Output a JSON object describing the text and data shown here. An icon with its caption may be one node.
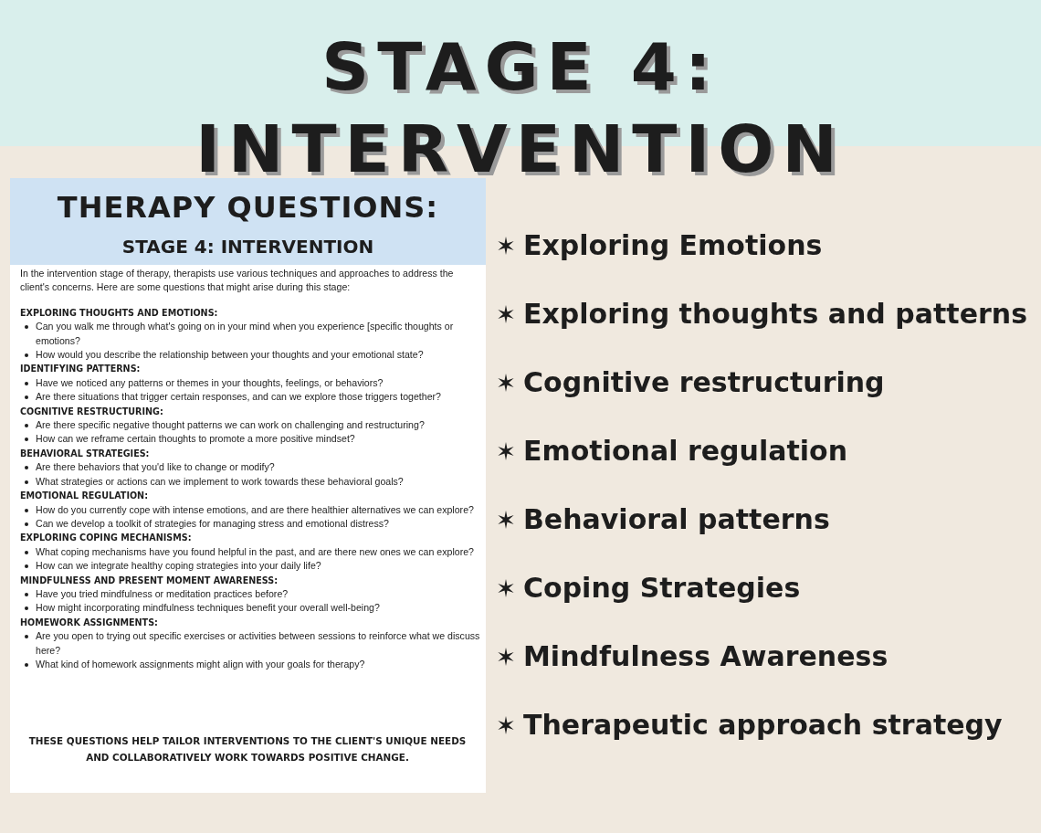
{
  "diagram": {
    "title": "STAGE 4: INTERVENTION",
    "nodes": [
      {
        "text": [
          "In the intervention stage of therapy, therapists use various techniques and approaches to address the client's concerns. Here are some questions that might arise during this stage:",
          "EXPLORING THOUGHTS AND EMOTIONS:",
          "Can you walk me through what's going on in your mind when you experience [specific thoughts or emotions?",
          "How would you describe the relationship between your thoughts and your emotional state?",
          "IDENTIFYING PATTERNS:",
          "Have we noticed any patterns or themes in your thoughts, feelings, or behaviors?",
          "Are there situations that trigger certain responses, and can we explore those triggers together?",
          "COGNITIVE RESTRUCTURING:",
          "Are there specific negative thought patterns we can work on challenging and restructuring?",
          "How can we reframe certain thoughts to promote a more positive mindset?",
          "BEHAVIORAL STRATEGIES:",
          "Are there behaviors that you'd like to change or modify?",
          "What strategies or actions can we implement to work towards these behavioral goals?",
          "EMOTIONAL REGULATION:",
          "How do you currently cope with intense emotions, and are there healthier alternatives we can explore?",
          "Can we develop a toolkit of strategies for managing stress and emotional distress?",
          "EXPLORING COPING MECHANISMS:",
          "What coping mechanisms have you found helpful in the past, and are there new ones we can explore?",
          "How can we integrate healthy coping strategies into your daily life?",
          "MINDFULNESS AND PRESENT MOMENT AWARENESS:",
          "Have you tried mindfulness or meditation practices before?",
          "How might incorporating mindfulness techniques benefit your overall well-being?",
          "HOMEWORK ASSIGNMENTS:",
          "Are you open to trying out specific exercises or activities between sessions to reinforce what we discuss here?",
          "What kind of homework assignments might align with your goals for therapy?",
          "THESE QUESTIONS HELP TAILOR INTERVENTIONS TO THE CLIENT'S UNIQUE NEEDS AND COLLABORATIVELY WORK TOWARDS POSITIVE CHANGE."
        ]
      },
      {
        "text": [
          "THERAPY QUESTIONS:",
          "STAGE 4: INTERVENTION"
        ],
        "in": 0
      }
    ],
    "labels": [
      "Exploring Emotions",
      "Exploring thoughts and patterns",
      "Cognitive restructuring",
      "Emotional regulation",
      "Behavioral patterns",
      "Coping Strategies",
      "Mindfulness Awareness",
      "Therapeutic approach strategy"
    ]
  }
}
